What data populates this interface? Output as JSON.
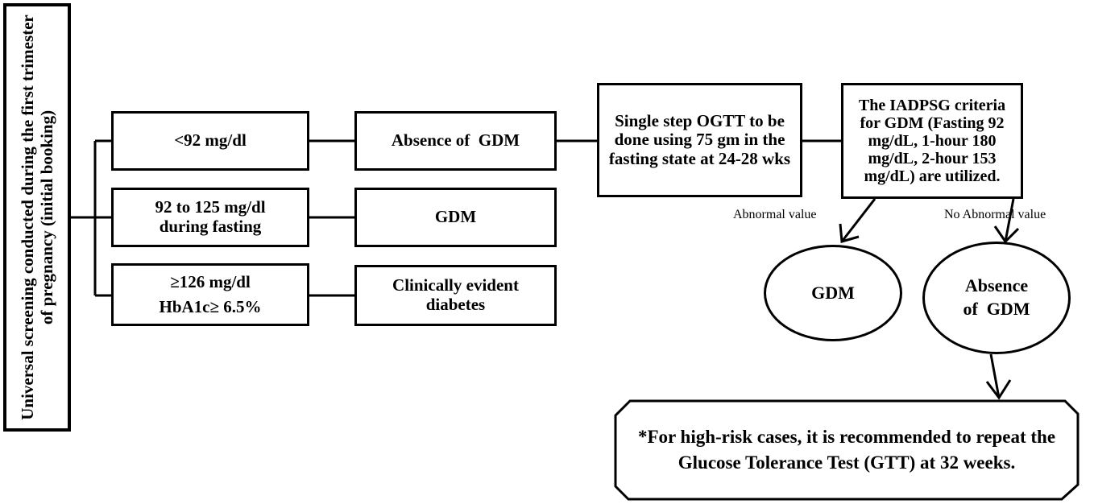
{
  "diagram": {
    "root": "Universal screening conducted during the first trimester of pregnancy (initial booking)",
    "thresholds": {
      "low": "<92 mg/dl",
      "mid_line1": "92 to 125 mg/dl",
      "mid_line2": "during fasting",
      "high_line1": "≥126 mg/dl",
      "high_line2": "HbA1c≥ 6.5%"
    },
    "outcomes": {
      "absence": "Absence of  GDM",
      "gdm": "GDM",
      "diabetes_line1": "Clinically evident",
      "diabetes_line2": "diabetes"
    },
    "ogtt": "Single step OGTT to be done using 75 gm in the fasting state at 24-28 wks",
    "criteria": "The IADPSG criteria for GDM (Fasting 92 mg/dL, 1-hour 180 mg/dL, 2-hour 153 mg/dL) are utilized.",
    "abnormal_label": "Abnormal  value",
    "no_abnormal_label": "No Abnormal  value",
    "result_gdm": "GDM",
    "result_absence_line1": "Absence",
    "result_absence_line2": "of  GDM",
    "note": "*For high-risk  cases, it is recommended to repeat the Glucose Tolerance Test (GTT)  at 32 weeks."
  }
}
